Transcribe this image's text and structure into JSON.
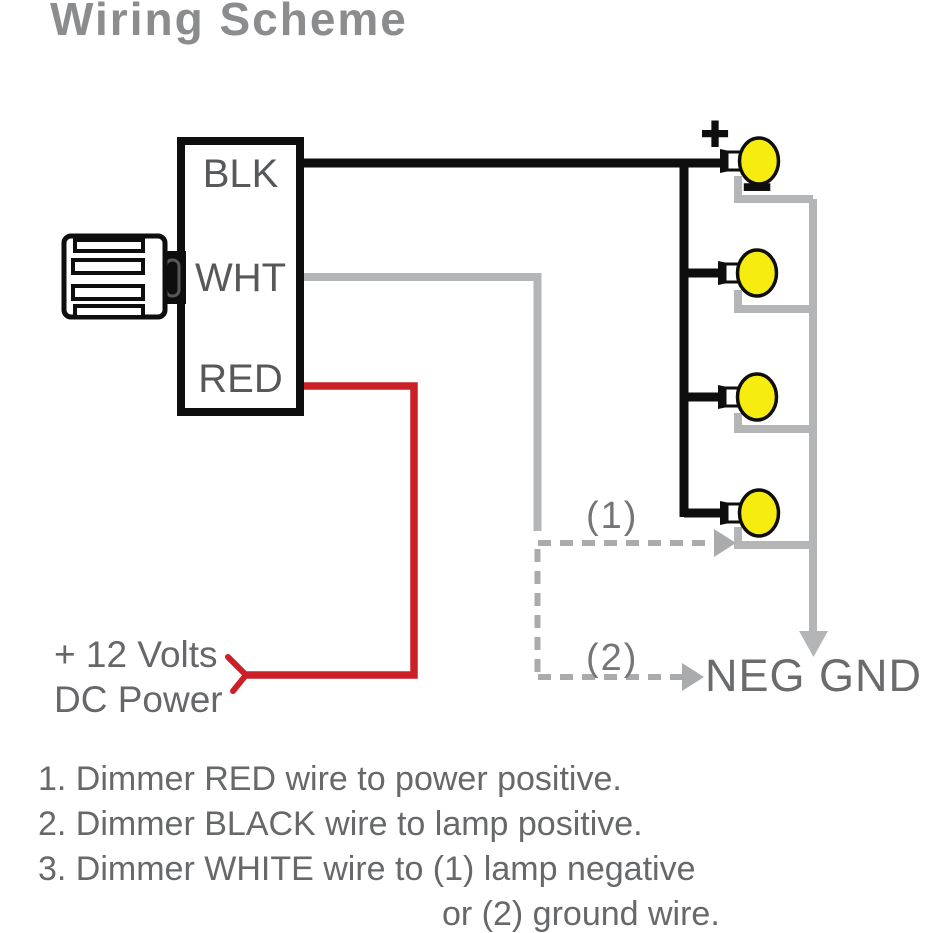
{
  "title": "Wiring Scheme",
  "dimmer": {
    "labels": {
      "top": "BLK",
      "middle": "WHT",
      "bottom": "RED"
    }
  },
  "power_source": {
    "line1": "+ 12 Volts",
    "line2": "DC Power"
  },
  "ground_label": "NEG GND",
  "route_labels": {
    "r1": "(1)",
    "r2": "(2)"
  },
  "polarity": {
    "plus": "+",
    "minus": "−"
  },
  "lamps": {
    "count": 4,
    "bulb_color": "#f7ec10"
  },
  "colors": {
    "black_wire": "#0e0e0e",
    "red_wire": "#c92127",
    "gray_wire": "#b4b5b7",
    "dashed_wire": "#a9abad",
    "text": "#67686a",
    "title": "#8b8c8e"
  },
  "instructions": [
    "1. Dimmer RED wire to power positive.",
    "2. Dimmer BLACK wire to lamp positive.",
    "3. Dimmer WHITE wire to (1) lamp negative",
    "or (2) ground wire."
  ]
}
